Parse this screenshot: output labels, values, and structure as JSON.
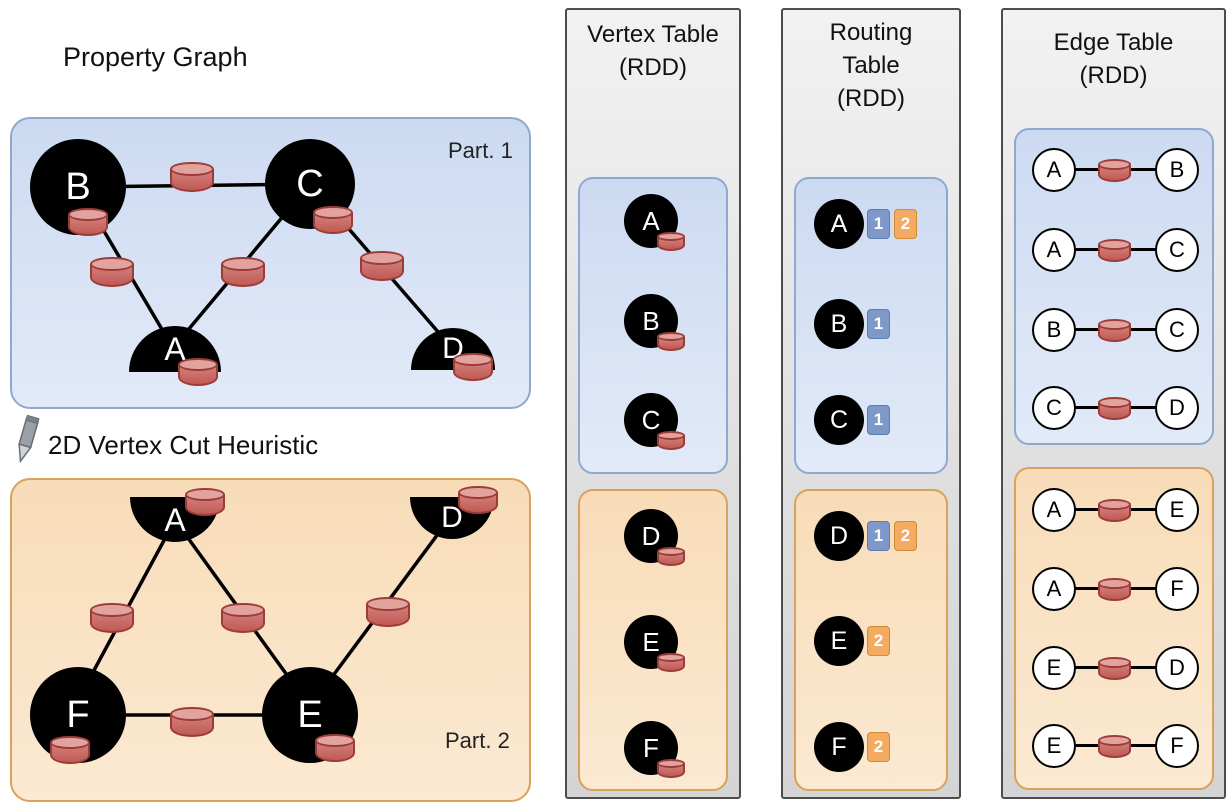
{
  "colors": {
    "partition1_fill": "#ccdaf1",
    "partition1_border": "#8fa8d0",
    "partition2_fill": "#f8dcb8",
    "partition2_border": "#daa05d",
    "vertex_fill": "#000000",
    "property_cylinder": "#d5837f",
    "routing_badge_blue": "#7e99c9",
    "routing_badge_orange": "#f2ab60"
  },
  "property_graph": {
    "title": "Property Graph",
    "cut_label": "2D Vertex Cut Heuristic",
    "part1": {
      "label": "Part. 1",
      "vertex_b": "B",
      "vertex_c": "C",
      "vertex_a": "A",
      "vertex_d": "D"
    },
    "part2": {
      "label": "Part. 2",
      "vertex_a": "A",
      "vertex_d": "D",
      "vertex_f": "F",
      "vertex_e": "E"
    }
  },
  "vertex_table": {
    "title": "Vertex Table",
    "rdd": "(RDD)",
    "part1": [
      "A",
      "B",
      "C"
    ],
    "part2": [
      "D",
      "E",
      "F"
    ]
  },
  "routing_table": {
    "title_line1": "Routing",
    "title_line2": "Table",
    "rdd": "(RDD)",
    "part1": [
      {
        "vertex": "A",
        "badges": [
          {
            "n": "1",
            "color": "blue"
          },
          {
            "n": "2",
            "color": "orange"
          }
        ]
      },
      {
        "vertex": "B",
        "badges": [
          {
            "n": "1",
            "color": "blue"
          }
        ]
      },
      {
        "vertex": "C",
        "badges": [
          {
            "n": "1",
            "color": "blue"
          }
        ]
      }
    ],
    "part2": [
      {
        "vertex": "D",
        "badges": [
          {
            "n": "1",
            "color": "blue"
          },
          {
            "n": "2",
            "color": "orange"
          }
        ]
      },
      {
        "vertex": "E",
        "badges": [
          {
            "n": "2",
            "color": "orange"
          }
        ]
      },
      {
        "vertex": "F",
        "badges": [
          {
            "n": "2",
            "color": "orange"
          }
        ]
      }
    ]
  },
  "edge_table": {
    "title": "Edge Table",
    "rdd": "(RDD)",
    "part1": [
      {
        "src": "A",
        "dst": "B"
      },
      {
        "src": "A",
        "dst": "C"
      },
      {
        "src": "B",
        "dst": "C"
      },
      {
        "src": "C",
        "dst": "D"
      }
    ],
    "part2": [
      {
        "src": "A",
        "dst": "E"
      },
      {
        "src": "A",
        "dst": "F"
      },
      {
        "src": "E",
        "dst": "D"
      },
      {
        "src": "E",
        "dst": "F"
      }
    ]
  }
}
